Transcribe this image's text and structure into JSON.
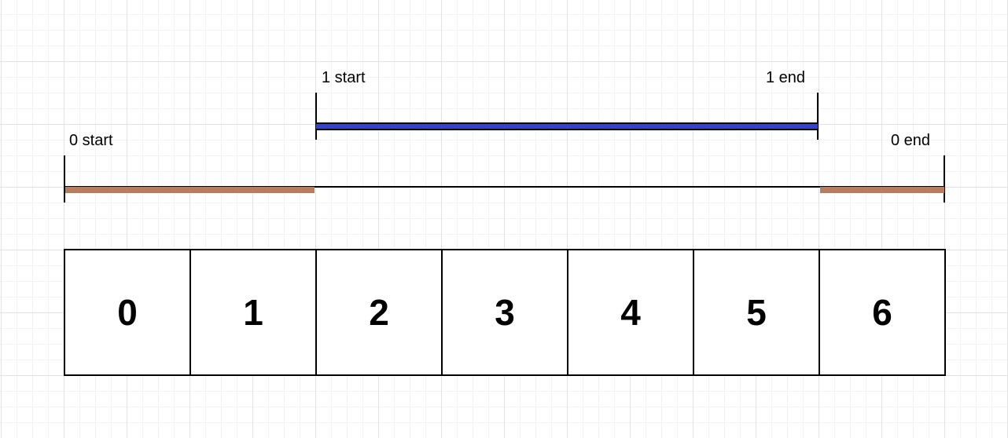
{
  "range0": {
    "start_label": "0 start",
    "end_label": "0 end",
    "color": "#b87d5f"
  },
  "range1": {
    "start_label": "1 start",
    "end_label": "1 end",
    "color": "#3345c5"
  },
  "cells": [
    "0",
    "1",
    "2",
    "3",
    "4",
    "5",
    "6"
  ]
}
